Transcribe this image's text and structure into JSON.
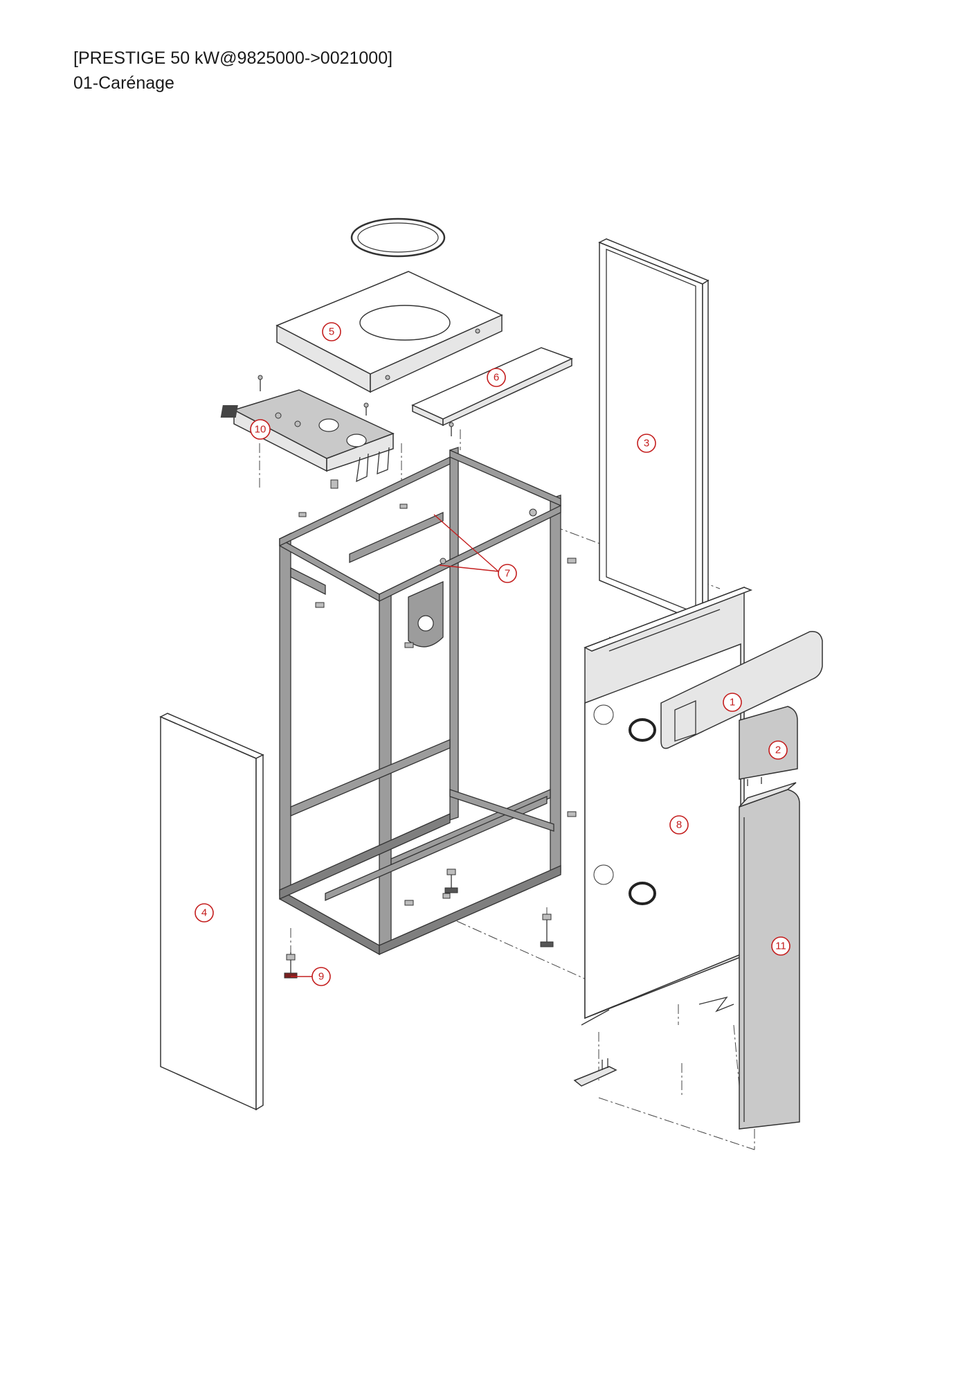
{
  "header": {
    "model": "[PRESTIGE 50 kW@9825000->0021000]",
    "section": "01-Carénage"
  },
  "callouts": [
    {
      "id": "callout-1",
      "label": "1"
    },
    {
      "id": "callout-2",
      "label": "2"
    },
    {
      "id": "callout-3",
      "label": "3"
    },
    {
      "id": "callout-4",
      "label": "4"
    },
    {
      "id": "callout-5",
      "label": "5"
    },
    {
      "id": "callout-6",
      "label": "6"
    },
    {
      "id": "callout-7",
      "label": "7"
    },
    {
      "id": "callout-8",
      "label": "8"
    },
    {
      "id": "callout-9",
      "label": "9"
    },
    {
      "id": "callout-10",
      "label": "10"
    },
    {
      "id": "callout-11",
      "label": "11"
    }
  ],
  "colors": {
    "callout": "#c41e1e",
    "line": "#333333",
    "frame": "#9c9c9c",
    "panel_grey": "#c9c9c9"
  }
}
